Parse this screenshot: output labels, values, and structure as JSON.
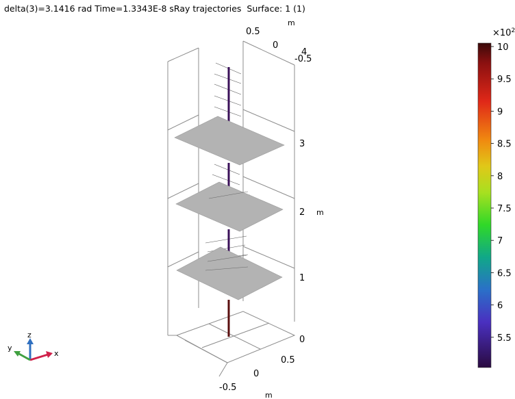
{
  "plot": {
    "title": "delta(3)=3.1416 rad Time=1.3343E-8 sRay trajectories  Surface: 1 (1)"
  },
  "axes": {
    "z_unit": "m",
    "y_unit": "m",
    "x_unit": "m",
    "z_ticks": [
      "0",
      "1",
      "2",
      "3",
      "4"
    ],
    "y_ticks_top": [
      "0.5",
      "0",
      "-0.5"
    ],
    "x_ticks_bottom": [
      "0.5",
      "0",
      "-0.5"
    ]
  },
  "colorbar": {
    "multiplier_base": "×10",
    "multiplier_exp": "2",
    "ticks": [
      "10",
      "9.5",
      "9",
      "8.5",
      "8",
      "7.5",
      "7",
      "6.5",
      "6",
      "5.5"
    ],
    "colors": {
      "top": "#3a0a0a",
      "red": "#c0201a",
      "orange": "#f08a10",
      "yellow": "#d8d020",
      "green": "#30d020",
      "teal": "#10a890",
      "blue": "#3060d0",
      "violet": "#4a20b0",
      "bottom": "#2a0a40"
    }
  },
  "triad": {
    "x_label": "x",
    "y_label": "y",
    "z_label": "z",
    "x_color": "#d0204a",
    "y_color": "#40a040",
    "z_color": "#3070c0"
  },
  "scene": {
    "ray_upper_color": "#3a1058",
    "ray_lower_color": "#5a0e0e",
    "plate_color": "#b3b3b3",
    "frame_color": "#8c8c8c"
  }
}
